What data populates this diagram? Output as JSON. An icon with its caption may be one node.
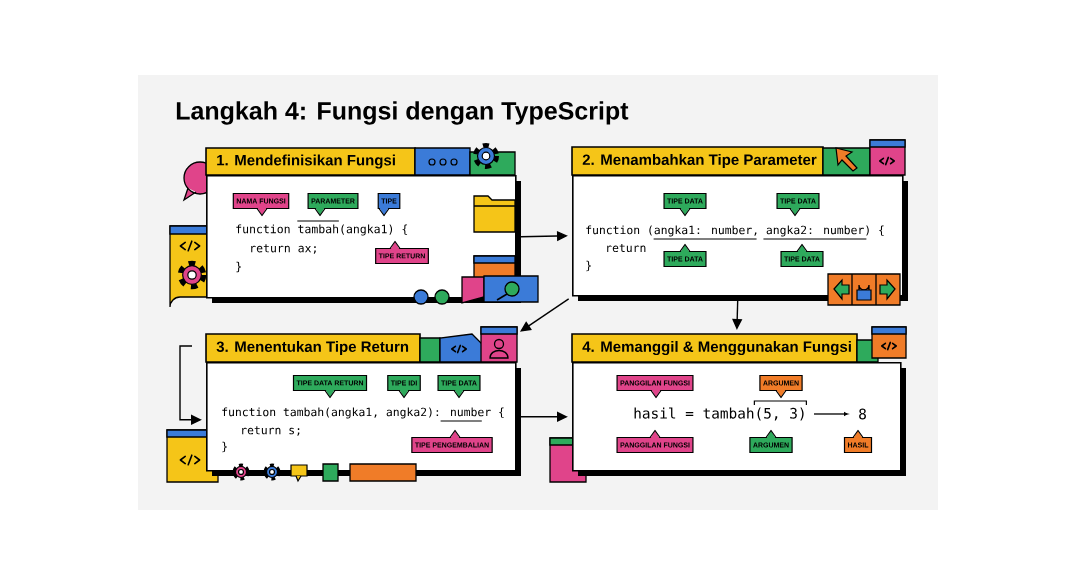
{
  "diagram": {
    "title": "Langkah 4: Fungsi dengan TypeScript",
    "nodes": [
      {
        "text": [
          "1. Mendefinisikan Fungsi",
          "function tambah(angka1) {",
          "return ax;",
          "}"
        ]
      },
      {
        "text": [
          "NAMA FUNGSI"
        ],
        "in": 0
      },
      {
        "text": [
          "PARAMETER"
        ],
        "in": 0
      },
      {
        "text": [
          "TIPE"
        ],
        "in": 0
      },
      {
        "text": [
          "TIPE RETURN"
        ],
        "in": 0
      },
      {
        "text": [
          "2. Menambahkan Tipe Parameter",
          "function (angka1: number, angka2: number) {",
          "return",
          "}"
        ]
      },
      {
        "text": [
          "TIPE DATA"
        ],
        "in": 5
      },
      {
        "text": [
          "TIPE DATA"
        ],
        "in": 5
      },
      {
        "text": [
          "TIPE DATA"
        ],
        "in": 5
      },
      {
        "text": [
          "TIPE DATA"
        ],
        "in": 5
      },
      {
        "text": [
          "3. Menentukan Tipe Return",
          "function tambah(angka1, angka2): number {",
          "return s;",
          "}"
        ]
      },
      {
        "text": [
          "TIPE DATA RETURN"
        ],
        "in": 10
      },
      {
        "text": [
          "TIPE IDI"
        ],
        "in": 10
      },
      {
        "text": [
          "TIPE DATA"
        ],
        "in": 10
      },
      {
        "text": [
          "TIPE PENGEMBALIAN"
        ],
        "in": 10
      },
      {
        "text": [
          "4. Memanggil & Menggunakan Fungsi",
          "hasil = tambah(5, 3)",
          "8"
        ]
      },
      {
        "text": [
          "PANGGILAN FUNGSI"
        ],
        "in": 15
      },
      {
        "text": [
          "ARGUMEN"
        ],
        "in": 15
      },
      {
        "text": [
          "PANGGILAN FUNGSI"
        ],
        "in": 15
      },
      {
        "text": [
          "ARGUMEN"
        ],
        "in": 15
      },
      {
        "text": [
          "HASIL"
        ],
        "in": 15
      }
    ],
    "edges": [
      {
        "from": 0,
        "to": 5,
        "arrow": "to"
      },
      {
        "from": 5,
        "to": 15,
        "arrow": "to"
      },
      {
        "from": 5,
        "to": 10,
        "arrow": "to"
      },
      {
        "from": 10,
        "to": 15,
        "arrow": "to"
      },
      {
        "from": null,
        "to": 10,
        "arrow": "to"
      }
    ]
  }
}
